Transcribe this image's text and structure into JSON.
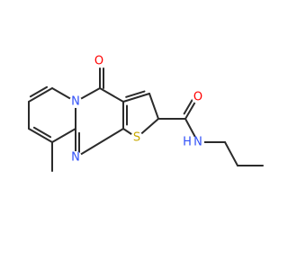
{
  "colors": {
    "background": "#ffffff",
    "bond": "#2b2b2b",
    "carbon": "#2b2b2b",
    "oxygen": "#ff0000",
    "nitrogen": "#3050f8",
    "sulfur": "#c8a800"
  },
  "atoms": {
    "o_ketone": "O",
    "n_ring_top": "N",
    "n_ring_bottom": "N",
    "s_thiophene": "S",
    "o_amide": "O",
    "n_amide": "N",
    "h_amide": "H"
  }
}
